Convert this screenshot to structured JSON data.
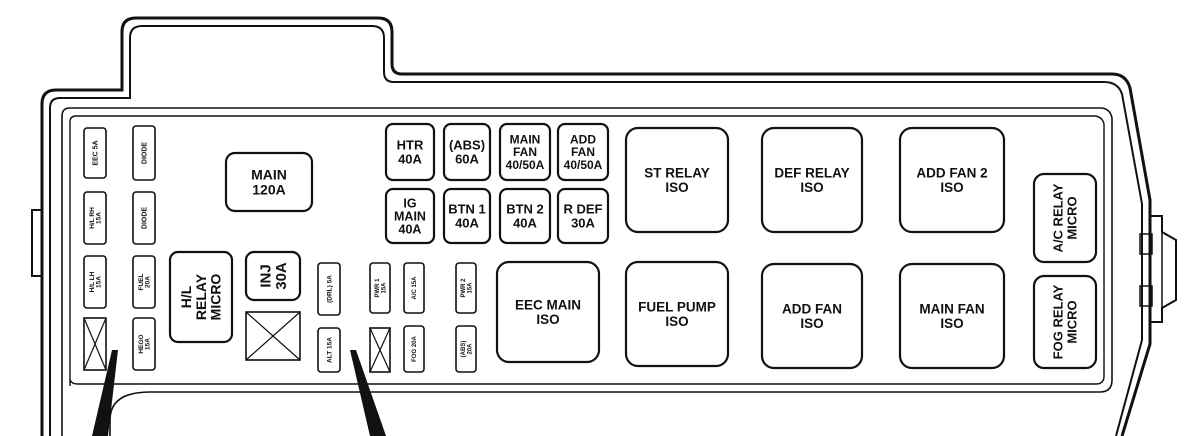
{
  "diagram": {
    "stroke_color": "#111111",
    "fill_color": "#ffffff",
    "components": [
      {
        "id": "eec-5a",
        "lines": [
          "EEC 5A"
        ]
      },
      {
        "id": "diode-1",
        "lines": [
          "DIODE"
        ]
      },
      {
        "id": "hl-rh-15a",
        "lines": [
          "H/L RH",
          "15A"
        ]
      },
      {
        "id": "diode-2",
        "lines": [
          "DIODE"
        ]
      },
      {
        "id": "hl-lh-15a",
        "lines": [
          "H/L LH",
          "15A"
        ]
      },
      {
        "id": "fuel-20a",
        "lines": [
          "FUEL",
          "20A"
        ]
      },
      {
        "id": "hego-15a",
        "lines": [
          "HEGO",
          "15A"
        ]
      },
      {
        "id": "main-120a",
        "lines": [
          "MAIN",
          "120A"
        ]
      },
      {
        "id": "hl-relay-micro",
        "lines": [
          "H/L",
          "RELAY",
          "MICRO"
        ]
      },
      {
        "id": "inj-30a",
        "lines": [
          "INJ",
          "30A"
        ]
      },
      {
        "id": "drl-5a",
        "lines": [
          "(DRL) 5A"
        ]
      },
      {
        "id": "alt-15a",
        "lines": [
          "ALT 15A"
        ]
      },
      {
        "id": "pwr1-15a",
        "lines": [
          "PWR 1",
          "15A"
        ]
      },
      {
        "id": "ac-15a",
        "lines": [
          "A/C 15A"
        ]
      },
      {
        "id": "fog-20a",
        "lines": [
          "FOG 20A"
        ]
      },
      {
        "id": "pwr2-15a",
        "lines": [
          "PWR 2",
          "15A"
        ]
      },
      {
        "id": "abs-20a",
        "lines": [
          "(ABS)",
          "20A"
        ]
      },
      {
        "id": "htr-40a",
        "lines": [
          "HTR",
          "40A"
        ]
      },
      {
        "id": "abs-60a",
        "lines": [
          "(ABS)",
          "60A"
        ]
      },
      {
        "id": "main-fan-40-50a",
        "lines": [
          "MAIN",
          "FAN",
          "40/50A"
        ]
      },
      {
        "id": "add-fan-40-50a",
        "lines": [
          "ADD",
          "FAN",
          "40/50A"
        ]
      },
      {
        "id": "ig-main-40a",
        "lines": [
          "IG",
          "MAIN",
          "40A"
        ]
      },
      {
        "id": "btn1-40a",
        "lines": [
          "BTN 1",
          "40A"
        ]
      },
      {
        "id": "btn2-40a",
        "lines": [
          "BTN 2",
          "40A"
        ]
      },
      {
        "id": "r-def-30a",
        "lines": [
          "R DEF",
          "30A"
        ]
      },
      {
        "id": "eec-main-iso",
        "lines": [
          "EEC MAIN",
          "ISO"
        ]
      },
      {
        "id": "st-relay-iso",
        "lines": [
          "ST RELAY",
          "ISO"
        ]
      },
      {
        "id": "fuel-pump-iso",
        "lines": [
          "FUEL PUMP",
          "ISO"
        ]
      },
      {
        "id": "def-relay-iso",
        "lines": [
          "DEF RELAY",
          "ISO"
        ]
      },
      {
        "id": "add-fan-iso",
        "lines": [
          "ADD FAN",
          "ISO"
        ]
      },
      {
        "id": "add-fan-2-iso",
        "lines": [
          "ADD FAN 2",
          "ISO"
        ]
      },
      {
        "id": "main-fan-iso",
        "lines": [
          "MAIN FAN",
          "ISO"
        ]
      },
      {
        "id": "ac-relay-micro",
        "lines": [
          "A/C RELAY",
          "MICRO"
        ]
      },
      {
        "id": "fog-relay-micro",
        "lines": [
          "FOG RELAY",
          "MICRO"
        ]
      }
    ]
  }
}
